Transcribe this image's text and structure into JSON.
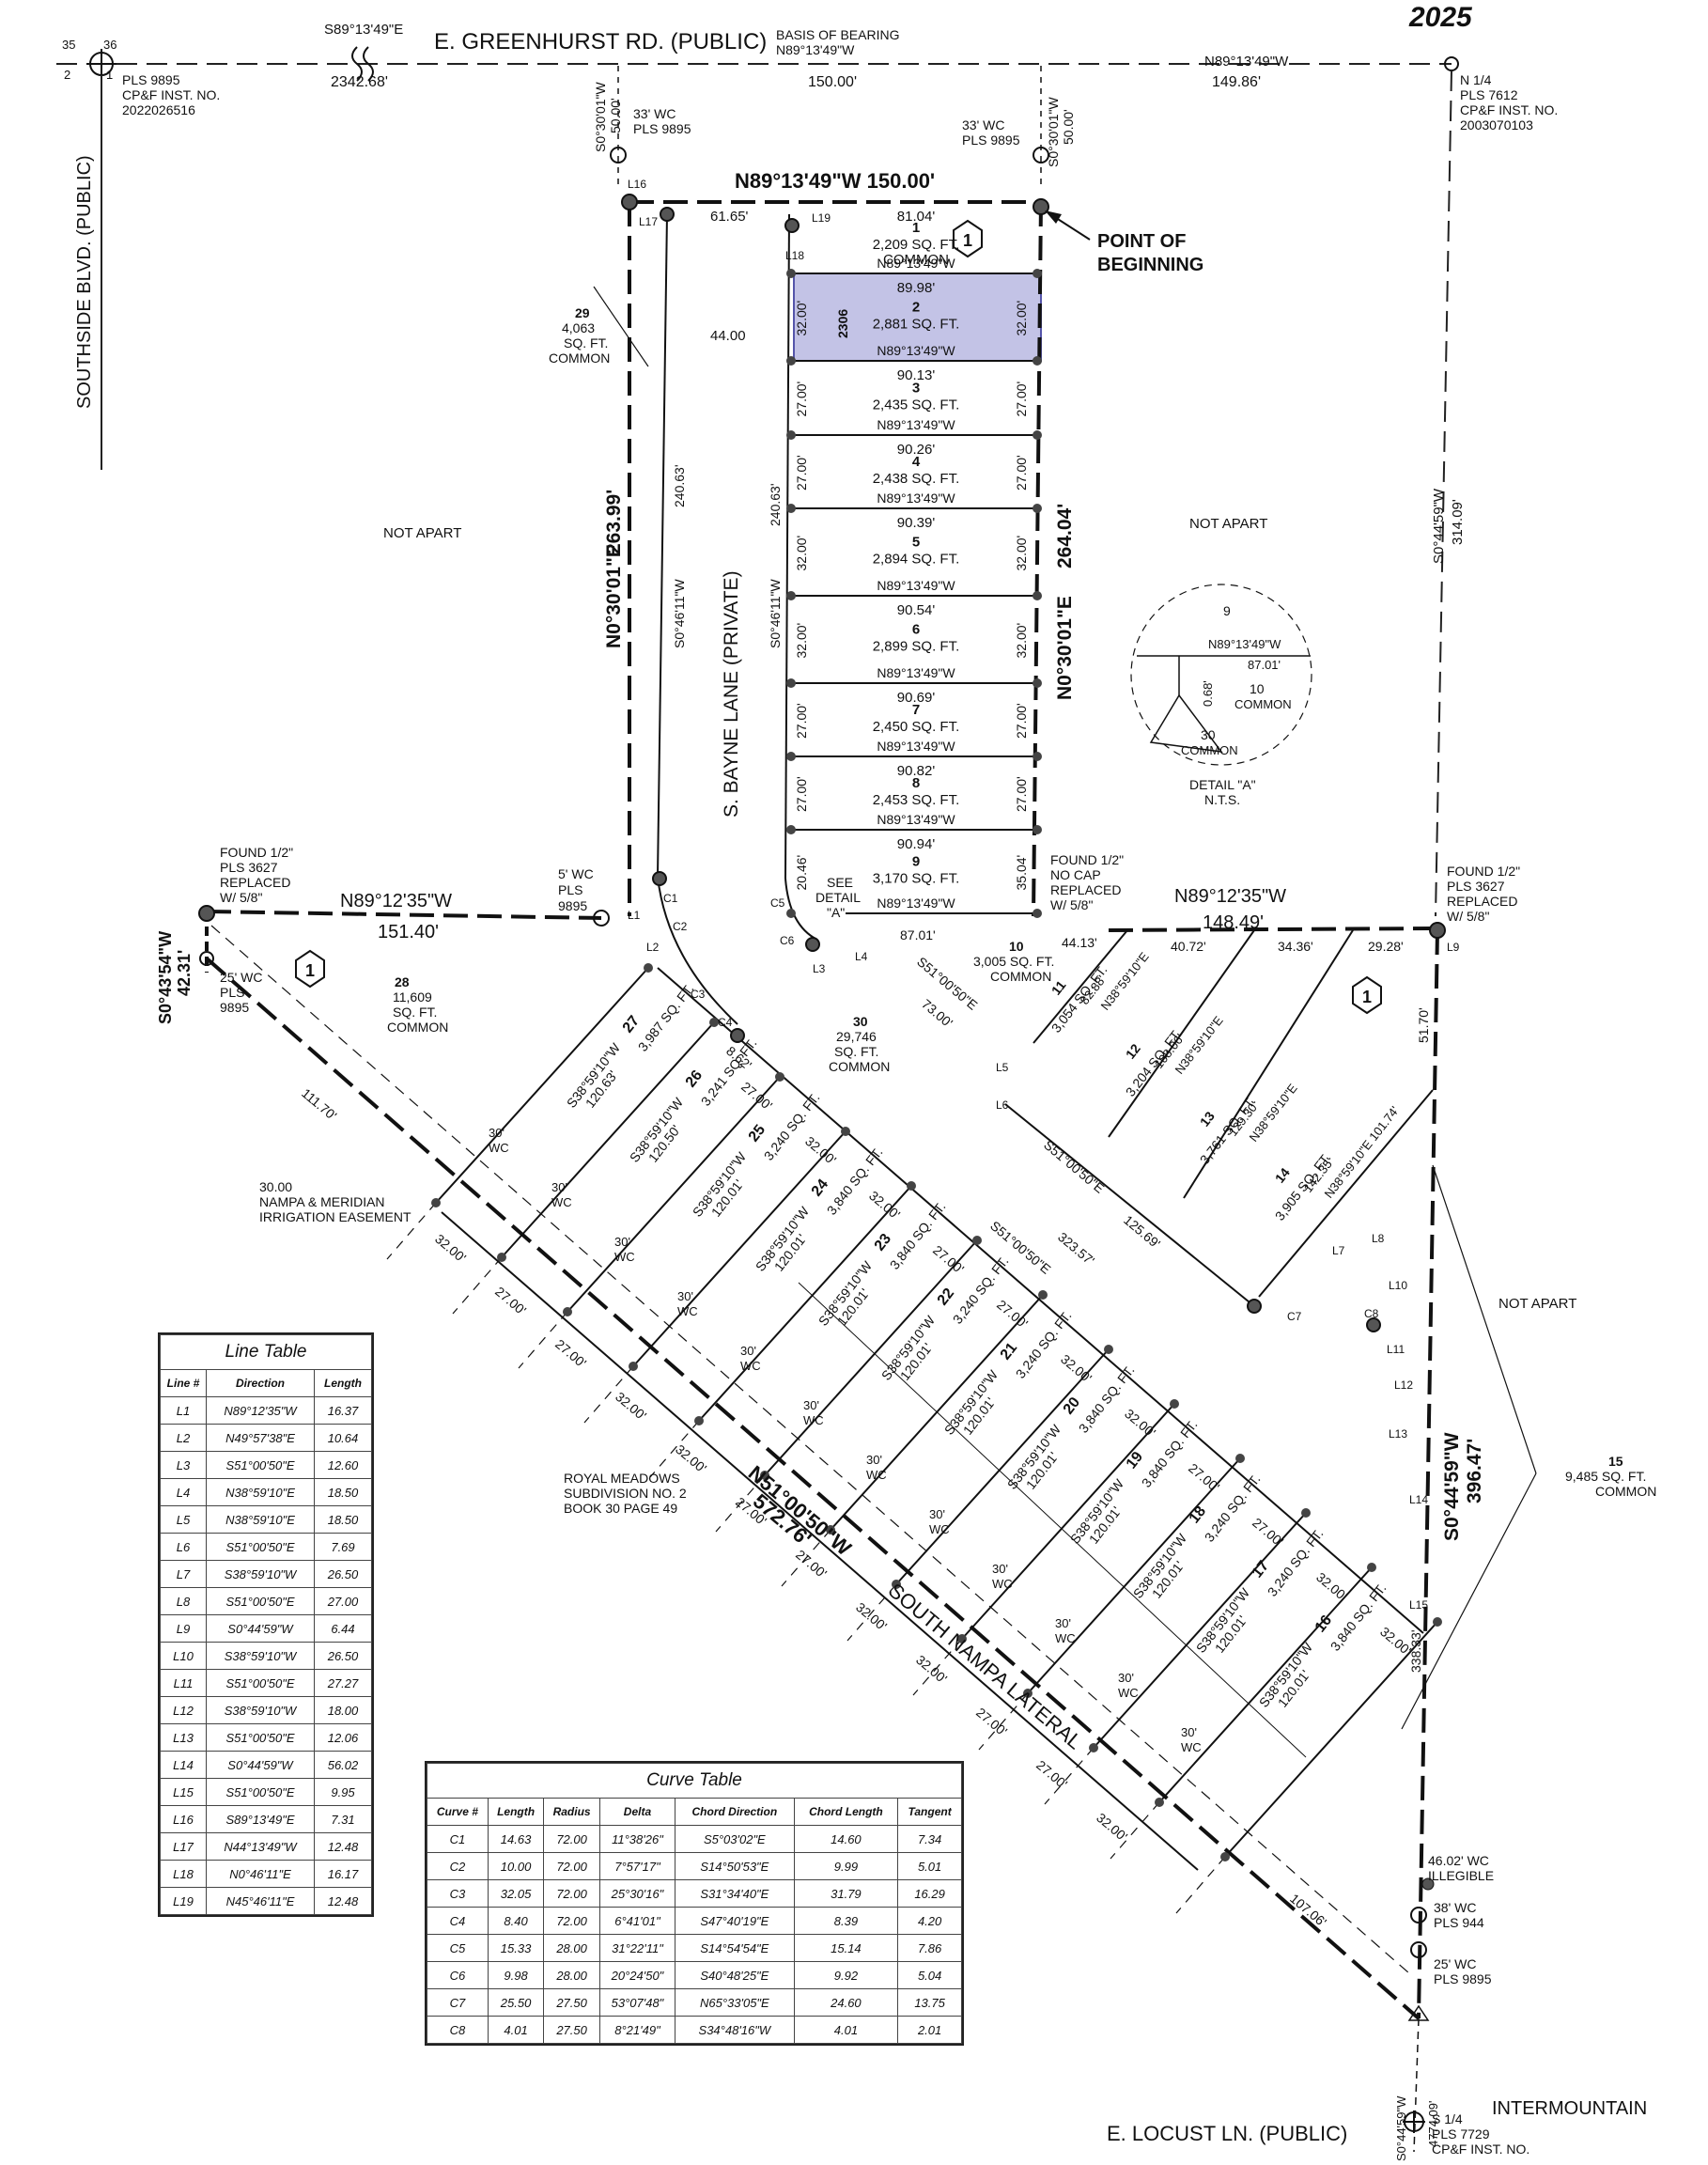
{
  "header": {
    "year": "2025"
  },
  "roads": {
    "greenhurst": "E. GREENHURST RD. (PUBLIC)",
    "southside": "SOUTHSIDE BLVD. (PUBLIC)",
    "bayne": "S. BAYNE LANE (PRIVATE)",
    "locust": "E. LOCUST LN. (PUBLIC)",
    "lateral": "SOUTH NAMPA LATERAL"
  },
  "north_boundary": {
    "bearing_left": "S89°13'49\"E",
    "dist_left": "2342.68'",
    "basis_label": "BASIS OF BEARING",
    "basis_bearing": "N89°13'49\"W",
    "dist_mid": "150.00'",
    "bearing_right": "N89°13'49\"W",
    "dist_right": "149.86'"
  },
  "corners": {
    "sec_nums": [
      "35",
      "36",
      "2",
      "1"
    ],
    "nw_pls": "PLS 9895",
    "nw_cpf": "CP&F INST. NO.",
    "nw_inst": "2022026516",
    "n14_title": "N 1/4",
    "n14_pls": "PLS 7612",
    "n14_cpf": "CP&F INST. NO.",
    "n14_inst": "2003070103",
    "s14_title": "S 1/4",
    "s14_pls": "PLS 7729",
    "s14_cpf": "CP&F INST. NO."
  },
  "witness": {
    "wc1_a": "33' WC",
    "wc1_b": "PLS 9895",
    "wc2_a": "33' WC",
    "wc2_b": "PLS 9895",
    "wc3_a": "5' WC",
    "wc3_b": "PLS",
    "wc3_c": "9895",
    "wc4_a": "25' WC",
    "wc4_b": "PLS",
    "wc4_c": "9895",
    "wc5_a": "46.02' WC",
    "wc5_b": "ILLEGIBLE",
    "wc6_a": "38' WC",
    "wc6_b": "PLS 944",
    "wc7_a": "25' WC",
    "wc7_b": "PLS 9895"
  },
  "found": {
    "f1": [
      "FOUND 1/2\"",
      "PLS 3627",
      "REPLACED",
      "W/ 5/8\""
    ],
    "f2": [
      "FOUND 1/2\"",
      "NO CAP",
      "REPLACED",
      "W/ 5/8\""
    ],
    "f3": [
      "FOUND 1/2\"",
      "PLS 3627",
      "REPLACED",
      "W/ 5/8\""
    ]
  },
  "bounds": {
    "top": "N89°13'49\"W 150.00'",
    "left_west": "N0°30'01\"E",
    "left_west_dist": "263.99'",
    "right_bearing": "N0°30'01\"E",
    "right_dist": "264.04'",
    "mid_left_bearing": "N89°12'35\"W",
    "mid_left_dist": "151.40'",
    "mid_right_bearing": "N89°12'35\"W",
    "mid_right_dist": "148.49'",
    "sw_bearing": "N51°00'50\"W",
    "sw_dist": "572.76'",
    "east_bearing": "S0°44'59\"W",
    "east_dist": "396.47'",
    "ne_bearing": "S0°44'59\"W",
    "ne_dist": "314.09'",
    "westside_bearing": "S0°43'54\"W",
    "westside_dist": "42.31'",
    "s_bearing": "S0°44'59\"W",
    "s_dist": "4774.09'",
    "nw_stub_bearing": "S0°30'01\"W",
    "nw_stub_dist": "50.00'",
    "ne_stub_bearing": "S0°30'01\"W",
    "ne_stub_dist": "50.00'",
    "lane_dist": "240.63'",
    "lane_bearing": "S0°46'11\"W",
    "lots_col_dist": "240.63'",
    "lots_col_bearing": "S0°46'11\"W"
  },
  "pob": {
    "l1": "POINT OF",
    "l2": "BEGINNING"
  },
  "misc": {
    "not_apart": "NOT APART",
    "highlight_code": "2306",
    "common": "COMMON",
    "see_detail": [
      "SEE",
      "DETAIL",
      "\"A\""
    ],
    "width_44": "44.00",
    "d_6165": "61.65'",
    "easement": [
      "30.00",
      "NAMPA & MERIDIAN",
      "IRRIGATION EASEMENT"
    ],
    "royal": [
      "ROYAL MEADOWS",
      "SUBDIVISION NO. 2",
      "BOOK 30 PAGE 49"
    ],
    "d_11170": "111.70'",
    "d_10706": "107.06'",
    "d_33833": "338.33'",
    "d_5170": "51.70'",
    "d_2928": "29.28'",
    "d_3436": "34.36'",
    "d_4072": "40.72'",
    "d_4413": "44.13'",
    "d_8701": "87.01'",
    "d_12569": "125.69'",
    "d_32357": "323.57'",
    "l_frontage": "S51°00'50\"E",
    "l_frontage2": "S51°00'50\"E",
    "d_73": "73.00'",
    "b_73": "S51°00'50\"E",
    "d_862": "8.62'"
  },
  "lots": [
    {
      "n": "1",
      "area": "2,209 SQ. FT.",
      "sub": "COMMON",
      "top": "81.04'",
      "bottom": "N89°13'49\"W"
    },
    {
      "n": "2",
      "area": "2,881 SQ. FT.",
      "top": "89.98'",
      "bottom": "N89°13'49\"W",
      "side": "32.00'"
    },
    {
      "n": "3",
      "area": "2,435 SQ. FT.",
      "top": "90.13'",
      "bottom": "N89°13'49\"W",
      "side": "27.00'"
    },
    {
      "n": "4",
      "area": "2,438 SQ. FT.",
      "top": "90.26'",
      "bottom": "N89°13'49\"W",
      "side": "27.00'"
    },
    {
      "n": "5",
      "area": "2,894 SQ. FT.",
      "top": "90.39'",
      "bottom": "N89°13'49\"W",
      "side": "32.00'"
    },
    {
      "n": "6",
      "area": "2,899 SQ. FT.",
      "top": "90.54'",
      "bottom": "N89°13'49\"W",
      "side": "32.00'"
    },
    {
      "n": "7",
      "area": "2,450 SQ. FT.",
      "top": "90.69'",
      "bottom": "N89°13'49\"W",
      "side": "27.00'"
    },
    {
      "n": "8",
      "area": "2,453 SQ. FT.",
      "top": "90.82'",
      "bottom": "N89°13'49\"W",
      "side": "27.00'"
    },
    {
      "n": "9",
      "area": "3,170 SQ. FT.",
      "top": "90.94'",
      "bottom": "N89°13'49\"W",
      "side": "20.46'",
      "rside": "35.04'"
    }
  ],
  "big_lots": {
    "l10": [
      "10",
      "3,005 SQ. FT.",
      "COMMON"
    ],
    "l28": [
      "28",
      "11,609",
      "SQ. FT.",
      "COMMON"
    ],
    "l29": [
      "29",
      "4,063",
      "SQ. FT.",
      "COMMON"
    ],
    "l30": [
      "30",
      "29,746",
      "SQ. FT.",
      "COMMON"
    ],
    "l15": [
      "15",
      "9,485 SQ. FT.",
      "COMMON"
    ]
  },
  "east_lots": [
    {
      "n": "11",
      "area": "3,054 SQ. FT.",
      "len": "82.88'",
      "dir": "N38°59'10\"E"
    },
    {
      "n": "12",
      "area": "3,204 SQ. FT.",
      "len": "108.06'",
      "dir": "N38°59'10\"E"
    },
    {
      "n": "13",
      "area": "3,761 SQ. FT.",
      "len": "129.30'",
      "dir": "N38°59'10\"E"
    },
    {
      "n": "14",
      "area": "3,905 SQ. FT.",
      "len": "142.35'",
      "dir": "N38°59'10\"E 101.74'"
    }
  ],
  "west_lots": [
    {
      "n": "27",
      "area": "3,987 SQ. FT.",
      "dir": "S38°59'10\"W",
      "len": "120.63'"
    },
    {
      "n": "26",
      "area": "3,241 SQ. FT.",
      "dir": "S38°59'10\"W",
      "len": "120.50'"
    },
    {
      "n": "25",
      "area": "3,240 SQ. FT.",
      "dir": "S38°59'10\"W",
      "len": "120.01'"
    },
    {
      "n": "24",
      "area": "3,840 SQ. FT.",
      "dir": "S38°59'10\"W",
      "len": "120.01'"
    },
    {
      "n": "23",
      "area": "3,840 SQ. FT.",
      "dir": "S38°59'10\"W",
      "len": "120.01'"
    },
    {
      "n": "22",
      "area": "3,240 SQ. FT.",
      "dir": "S38°59'10\"W",
      "len": "120.01'"
    },
    {
      "n": "21",
      "area": "3,240 SQ. FT.",
      "dir": "S38°59'10\"W",
      "len": "120.01'"
    },
    {
      "n": "20",
      "area": "3,840 SQ. FT.",
      "dir": "S38°59'10\"W",
      "len": "120.01'"
    },
    {
      "n": "19",
      "area": "3,840 SQ. FT.",
      "dir": "S38°59'10\"W",
      "len": "120.01'"
    },
    {
      "n": "18",
      "area": "3,240 SQ. FT.",
      "dir": "S38°59'10\"W",
      "len": "120.01'"
    },
    {
      "n": "17",
      "area": "3,240 SQ. FT.",
      "dir": "S38°59'10\"W",
      "len": "120.01'"
    },
    {
      "n": "16",
      "area": "3,840 SQ. FT.",
      "dir": "S38°59'10\"W",
      "len": "120.01'"
    }
  ],
  "frontage_labels": [
    "32.00'",
    "27.00'",
    "27.00'",
    "32.00'",
    "32.00'",
    "27.00'",
    "27.00'",
    "32.00'",
    "32.00'",
    "27.00'",
    "27.00'",
    "32.00'"
  ],
  "rear_labels": [
    "27.00'",
    "32.00'",
    "32.00'",
    "27.00'",
    "27.00'",
    "32.00'",
    "32.00'",
    "27.00'",
    "27.00'",
    "32.00'",
    "32.00'"
  ],
  "wc_text": [
    "30'",
    "WC"
  ],
  "line_labels": {
    "L1": "L1",
    "L2": "L2",
    "L3": "L3",
    "L4": "L4",
    "L5": "L5",
    "L6": "L6",
    "L7": "L7",
    "L8": "L8",
    "L9": "L9",
    "L10": "L10",
    "L11": "L11",
    "L12": "L12",
    "L13": "L13",
    "L14": "L14",
    "L15": "L15",
    "L16": "L16",
    "L17": "L17",
    "L18": "L18",
    "L19": "L19",
    "C1": "C1",
    "C2": "C2",
    "C3": "C3",
    "C4": "C4",
    "C5": "C5",
    "C6": "C6",
    "C7": "C7",
    "C8": "C8"
  },
  "detail": {
    "lot9": "9",
    "bearing": "N89°13'49\"W",
    "dist": "87.01'",
    "d068": "0.68'",
    "lot10": "10",
    "common10": "COMMON",
    "lot30": "30",
    "common30": "COMMON",
    "title": "DETAIL \"A\"",
    "nts": "N.T.S."
  },
  "line_table": {
    "caption": "Line Table",
    "headers": [
      "Line #",
      "Direction",
      "Length"
    ],
    "rows": [
      [
        "L1",
        "N89°12'35\"W",
        "16.37"
      ],
      [
        "L2",
        "N49°57'38\"E",
        "10.64"
      ],
      [
        "L3",
        "S51°00'50\"E",
        "12.60"
      ],
      [
        "L4",
        "N38°59'10\"E",
        "18.50"
      ],
      [
        "L5",
        "N38°59'10\"E",
        "18.50"
      ],
      [
        "L6",
        "S51°00'50\"E",
        "7.69"
      ],
      [
        "L7",
        "S38°59'10\"W",
        "26.50"
      ],
      [
        "L8",
        "S51°00'50\"E",
        "27.00"
      ],
      [
        "L9",
        "S0°44'59\"W",
        "6.44"
      ],
      [
        "L10",
        "S38°59'10\"W",
        "26.50"
      ],
      [
        "L11",
        "S51°00'50\"E",
        "27.27"
      ],
      [
        "L12",
        "S38°59'10\"W",
        "18.00"
      ],
      [
        "L13",
        "S51°00'50\"E",
        "12.06"
      ],
      [
        "L14",
        "S0°44'59\"W",
        "56.02"
      ],
      [
        "L15",
        "S51°00'50\"E",
        "9.95"
      ],
      [
        "L16",
        "S89°13'49\"E",
        "7.31"
      ],
      [
        "L17",
        "N44°13'49\"W",
        "12.48"
      ],
      [
        "L18",
        "N0°46'11\"E",
        "16.17"
      ],
      [
        "L19",
        "N45°46'11\"E",
        "12.48"
      ]
    ]
  },
  "curve_table": {
    "caption": "Curve Table",
    "headers": [
      "Curve #",
      "Length",
      "Radius",
      "Delta",
      "Chord Direction",
      "Chord Length",
      "Tangent"
    ],
    "rows": [
      [
        "C1",
        "14.63",
        "72.00",
        "11°38'26\"",
        "S5°03'02\"E",
        "14.60",
        "7.34"
      ],
      [
        "C2",
        "10.00",
        "72.00",
        "7°57'17\"",
        "S14°50'53\"E",
        "9.99",
        "5.01"
      ],
      [
        "C3",
        "32.05",
        "72.00",
        "25°30'16\"",
        "S31°34'40\"E",
        "31.79",
        "16.29"
      ],
      [
        "C4",
        "8.40",
        "72.00",
        "6°41'01\"",
        "S47°40'19\"E",
        "8.39",
        "4.20"
      ],
      [
        "C5",
        "15.33",
        "28.00",
        "31°22'11\"",
        "S14°54'54\"E",
        "15.14",
        "7.86"
      ],
      [
        "C6",
        "9.98",
        "28.00",
        "20°24'50\"",
        "S40°48'25\"E",
        "9.92",
        "5.04"
      ],
      [
        "C7",
        "25.50",
        "27.50",
        "53°07'48\"",
        "N65°33'05\"E",
        "24.60",
        "13.75"
      ],
      [
        "C8",
        "4.01",
        "27.50",
        "8°21'49\"",
        "S34°48'16\"W",
        "4.01",
        "2.01"
      ]
    ]
  },
  "watermark": "INTERMOUNTAIN"
}
